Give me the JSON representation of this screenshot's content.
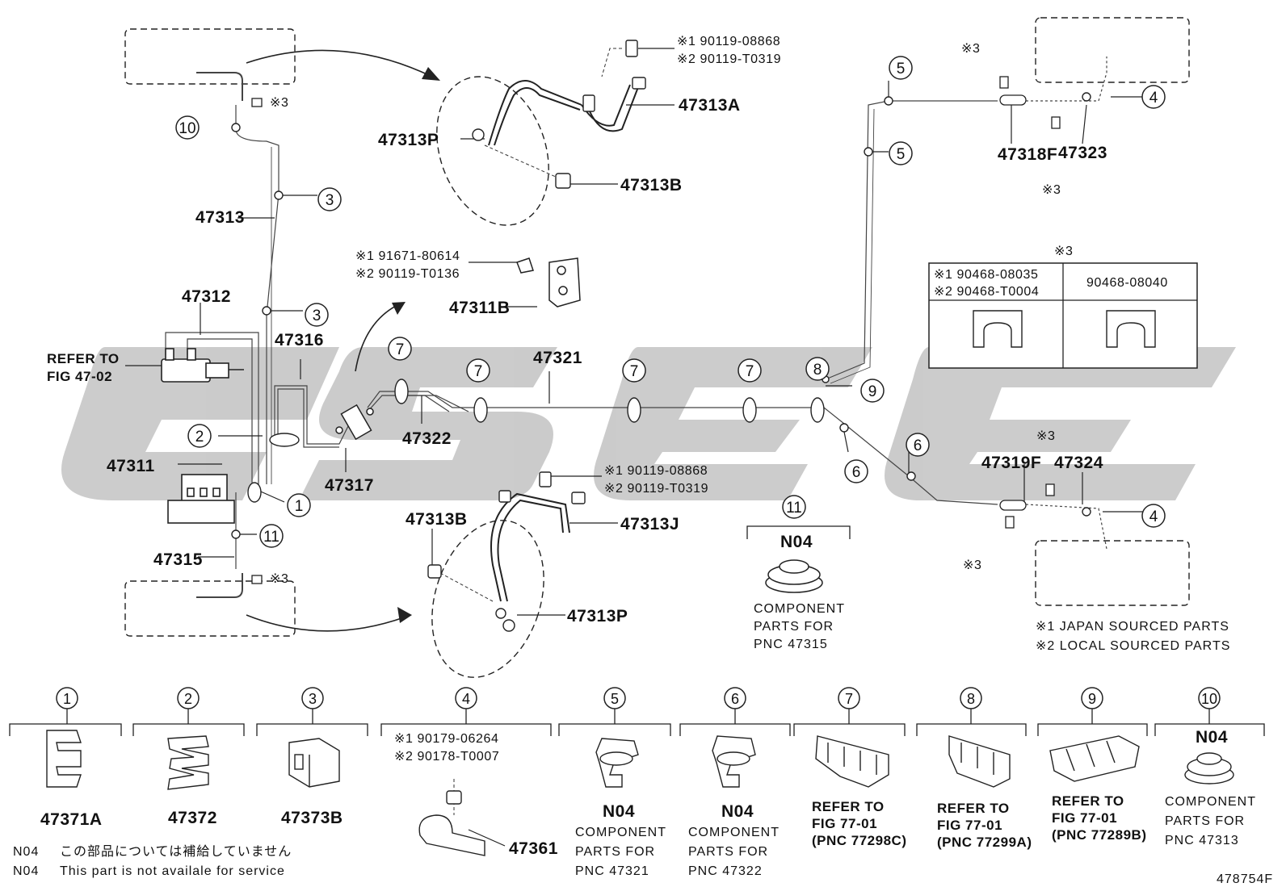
{
  "watermark": "GSGE",
  "parts": {
    "p47313": "47313",
    "p47312": "47312",
    "p47316": "47316",
    "p47311": "47311",
    "p47315": "47315",
    "p47317": "47317",
    "p47322": "47322",
    "p47321": "47321",
    "p47313A": "47313A",
    "p47313P_top": "47313P",
    "p47313B_top": "47313B",
    "p47313B_bot": "47313B",
    "p47313J": "47313J",
    "p47313P_bot": "47313P",
    "p47311B": "47311B",
    "p47318F": "47318F",
    "p47323": "47323",
    "p47319F": "47319F",
    "p47324": "47324",
    "refer_line1": "REFER TO",
    "refer_line2": "FIG 47-02"
  },
  "sourced_codes": {
    "top_bolt_1": "※1 90119-08868",
    "top_bolt_2": "※2 90119-T0319",
    "mid_bolt_1": "※1 91671-80614",
    "mid_bolt_2": "※2 90119-T0136",
    "bot_bolt_1": "※1 90119-08868",
    "bot_bolt_2": "※2 90119-T0319",
    "clip4_1": "※1 90179-06264",
    "clip4_2": "※2 90178-T0007"
  },
  "mark3": "※3",
  "clip_table": {
    "header_mark": "※3",
    "col1_line1": "※1 90468-08035",
    "col1_line2": "※2 90468-T0004",
    "col2": "90468-08040"
  },
  "callouts": [
    "1",
    "2",
    "3",
    "4",
    "5",
    "6",
    "7",
    "8",
    "9",
    "10",
    "11"
  ],
  "grommet11": {
    "circle": "11",
    "code": "N04",
    "lines": [
      "COMPONENT",
      "PARTS FOR",
      "PNC 47315"
    ]
  },
  "legend_sourced": {
    "line1": "※1 JAPAN SOURCED PARTS",
    "line2": "※2 LOCAL SOURCED PARTS"
  },
  "bottom_parts": [
    {
      "num": "1",
      "label": "47371A"
    },
    {
      "num": "2",
      "label": "47372"
    },
    {
      "num": "3",
      "label": "47373B"
    },
    {
      "num": "4",
      "label": "47361"
    },
    {
      "num": "5",
      "code": "N04",
      "lines": [
        "COMPONENT",
        "PARTS FOR",
        "PNC 47321"
      ]
    },
    {
      "num": "6",
      "code": "N04",
      "lines": [
        "COMPONENT",
        "PARTS FOR",
        "PNC 47322"
      ]
    },
    {
      "num": "7",
      "lines": [
        "REFER TO",
        "FIG 77-01",
        "(PNC 77298C)"
      ]
    },
    {
      "num": "8",
      "lines": [
        "REFER TO",
        "FIG 77-01",
        "(PNC 77299A)"
      ]
    },
    {
      "num": "9",
      "lines": [
        "REFER TO",
        "FIG 77-01",
        "(PNC 77289B)"
      ]
    },
    {
      "num": "10",
      "code": "N04",
      "lines": [
        "COMPONENT",
        "PARTS FOR",
        "PNC 47313"
      ]
    }
  ],
  "footer": {
    "n04_jp_code": "N04",
    "n04_jp_text": "この部品については補給していません",
    "n04_en_code": "N04",
    "n04_en_text": "This part is not availale for service",
    "figure_id": "478754F"
  }
}
